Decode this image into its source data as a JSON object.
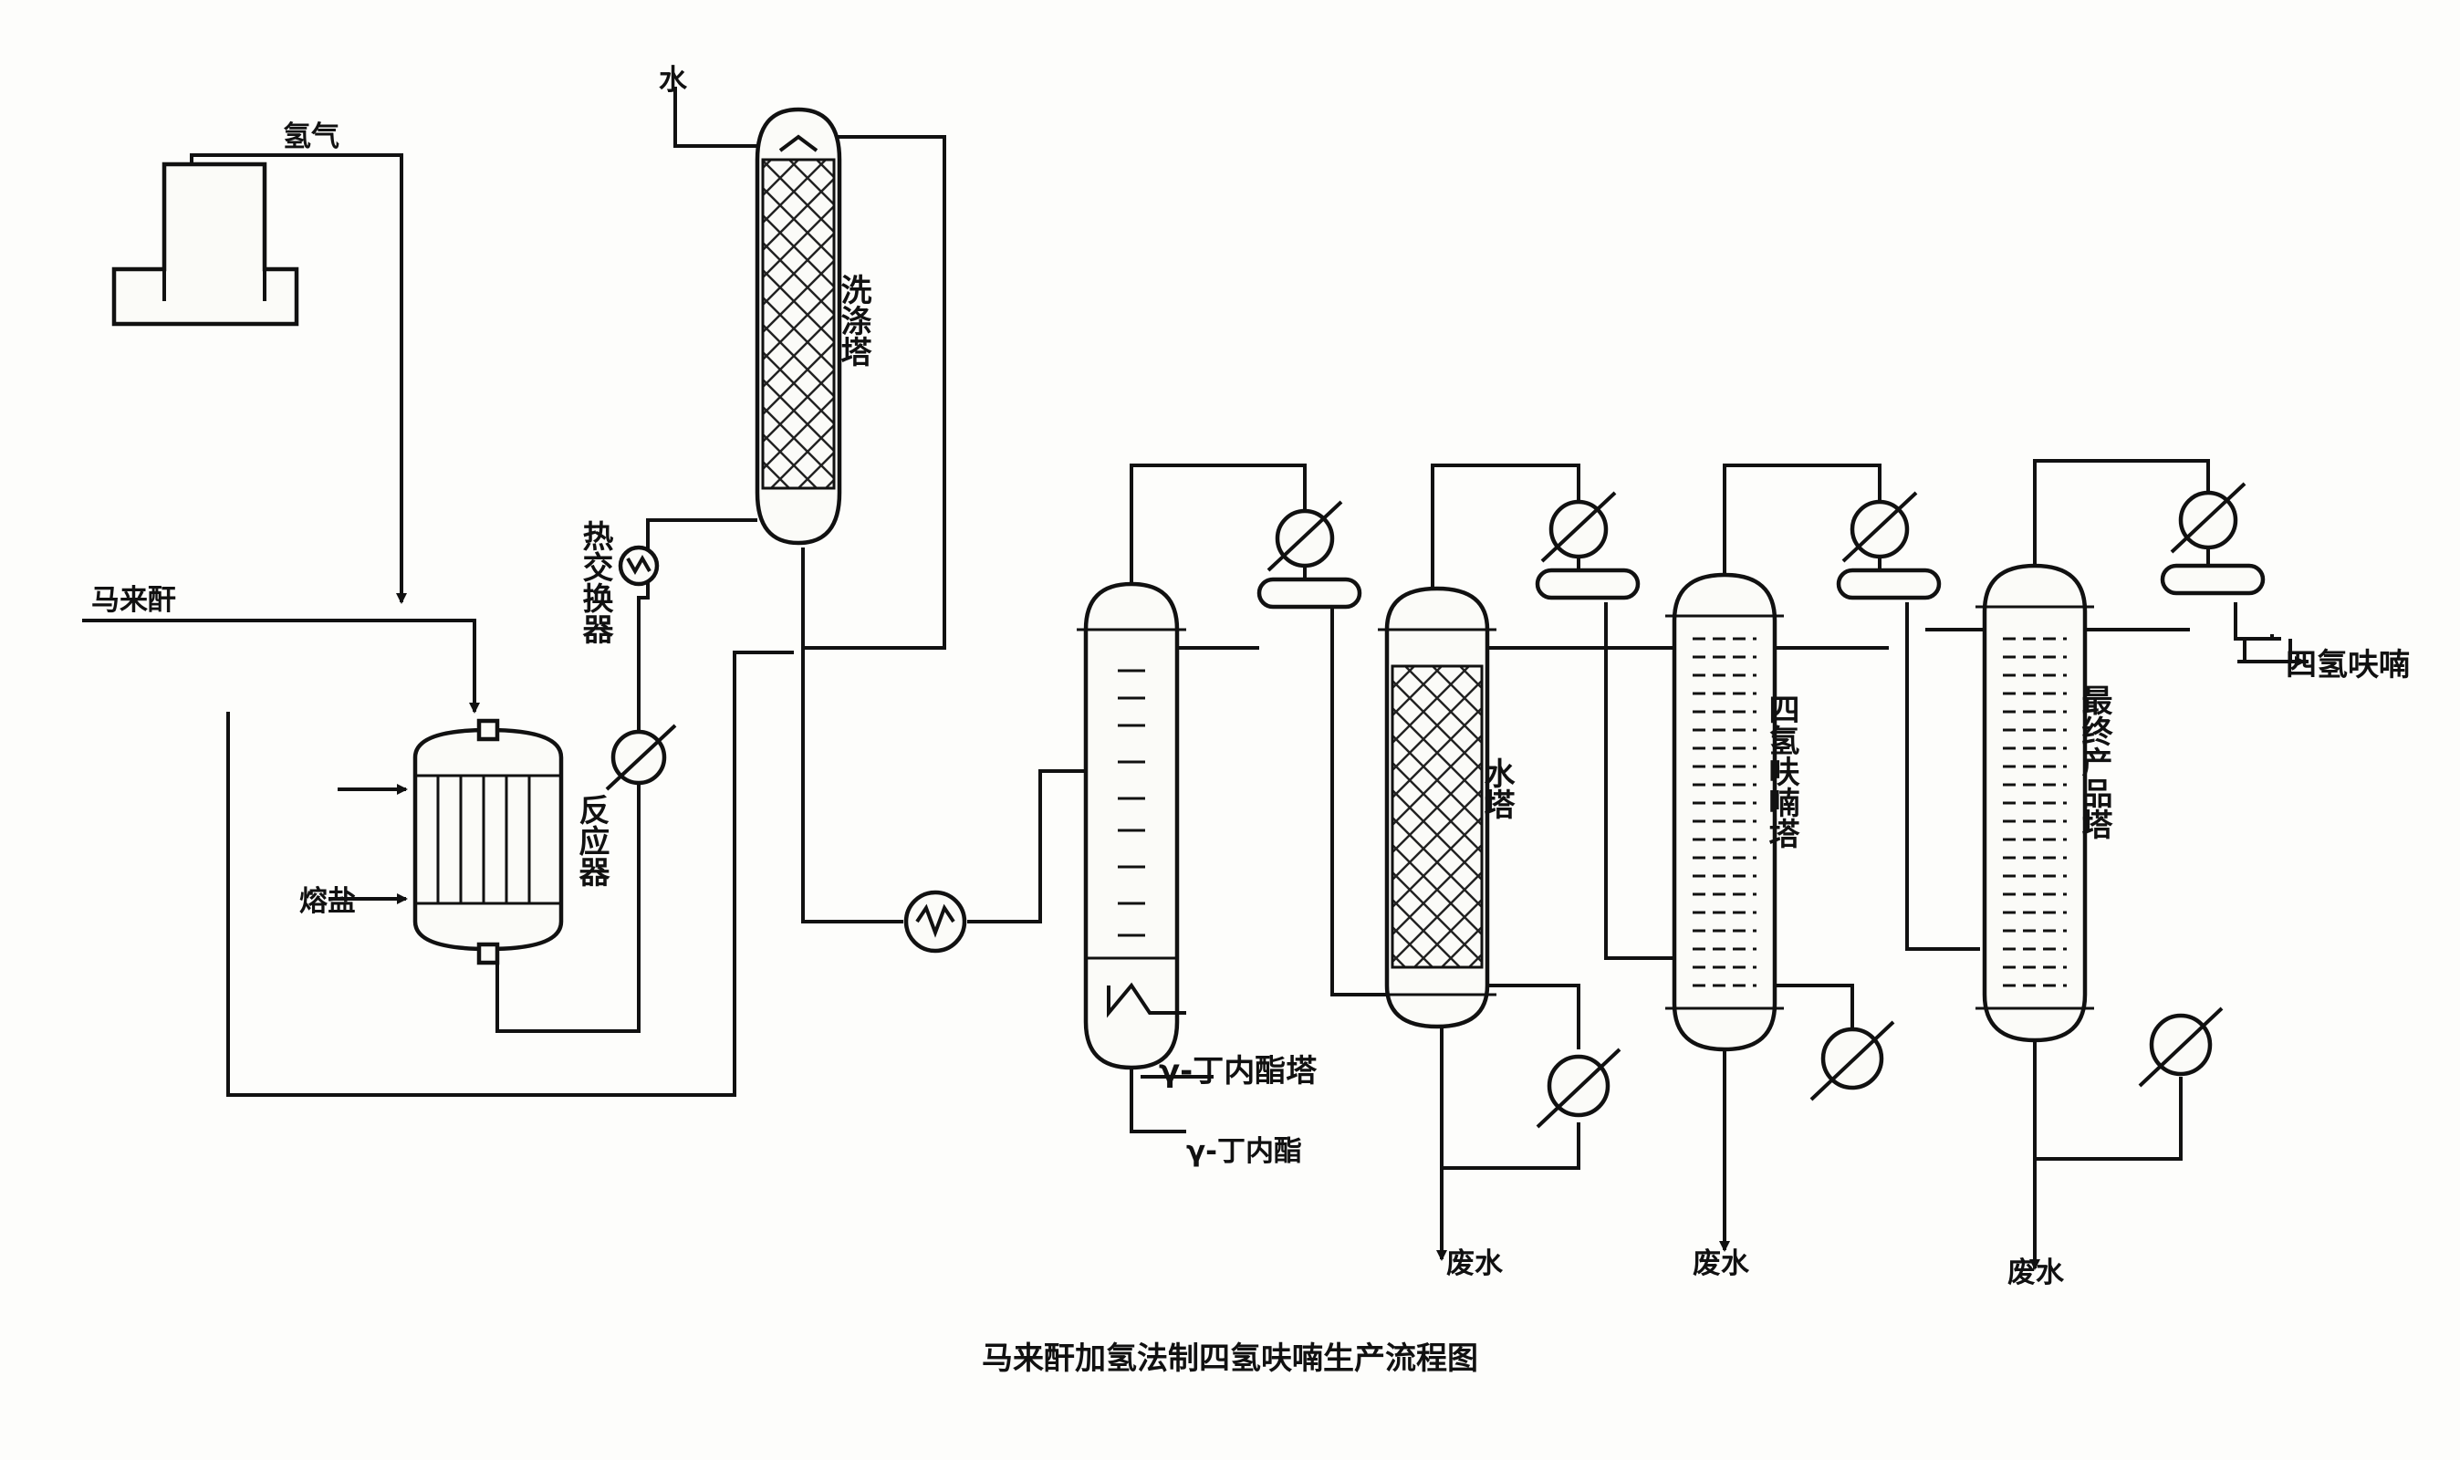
{
  "labels": {
    "hydrogen": "氢气",
    "water_in": "水",
    "maleic_anhydride": "马来酐",
    "scrubber": "洗涤塔",
    "heat_exchanger": "热交换器",
    "reactor": "反应器",
    "molten_salt": "熔盐",
    "gbl_column": "γ-丁内酯塔",
    "gbl_product": "γ-丁内酯",
    "water_column": "水塔",
    "thf_column": "四氢呋喃塔",
    "final_column": "最终产品塔",
    "thf_product": "四氢呋喃",
    "waste_water_1": "废水",
    "waste_water_2": "废水",
    "waste_water_3": "废水"
  },
  "caption": "马来酐加氢法制四氢呋喃生产流程图"
}
